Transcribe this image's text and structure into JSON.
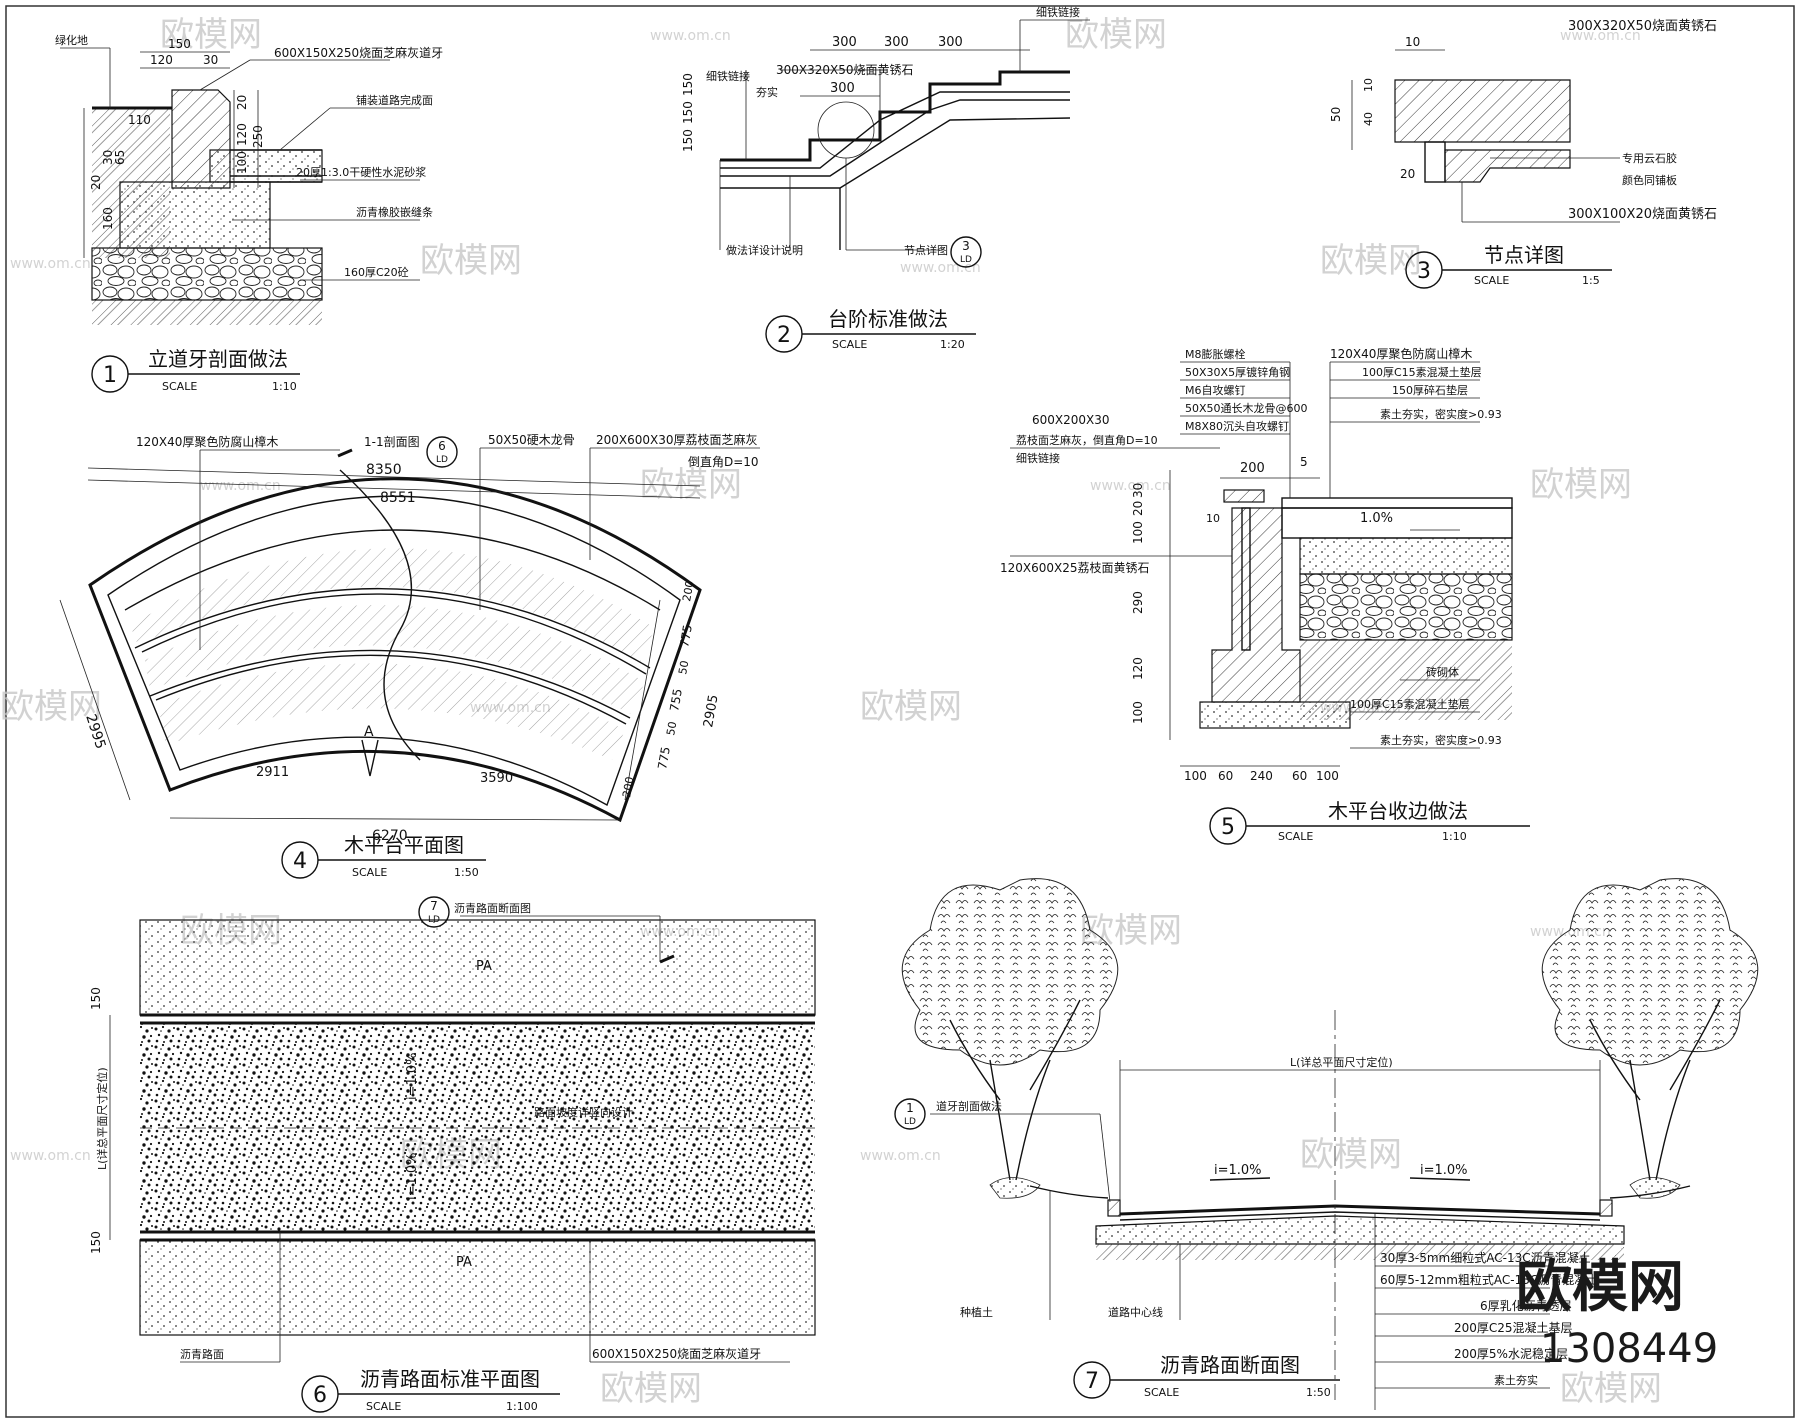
{
  "titles": {
    "d1": {
      "num": "1",
      "name": "立道牙剖面做法",
      "scale_label": "SCALE",
      "scale": "1:10"
    },
    "d2": {
      "num": "2",
      "name": "台阶标准做法",
      "scale_label": "SCALE",
      "scale": "1:20"
    },
    "d3": {
      "num": "3",
      "name": "节点详图",
      "scale_label": "SCALE",
      "scale": "1:5"
    },
    "d4": {
      "num": "4",
      "name": "木平台平面图",
      "scale_label": "SCALE",
      "scale": "1:50"
    },
    "d5": {
      "num": "5",
      "name": "木平台收边做法",
      "scale_label": "SCALE",
      "scale": "1:10"
    },
    "d6": {
      "num": "6",
      "name": "沥青路面标准平面图",
      "scale_label": "SCALE",
      "scale": "1:100"
    },
    "d7": {
      "num": "7",
      "name": "沥青路面断面图",
      "scale_label": "SCALE",
      "scale": "1:50"
    }
  },
  "d1": {
    "labels": [
      "绿化地",
      "600X150X250烧面芝麻灰道牙",
      "铺装道路完成面",
      "20厚1:3.0干硬性水泥砂浆",
      "沥青橡胶嵌缝条",
      "160厚C20砼"
    ],
    "dims": [
      "150",
      "120",
      "30",
      "110",
      "20",
      "30",
      "65",
      "160",
      "20",
      "120",
      "100",
      "250"
    ]
  },
  "d2": {
    "labels": [
      "细铁链接",
      "300X320X50烧面黄锈石",
      "夯实",
      "细铁链接",
      "做法详设计说明",
      "节点详图"
    ],
    "dims": [
      "300",
      "300",
      "300",
      "300",
      "150",
      "150",
      "150"
    ],
    "ref": {
      "num": "3",
      "sheet": "LD"
    }
  },
  "d3": {
    "labels": [
      "300X320X50烧面黄锈石",
      "专用云石胶",
      "颜色同铺板",
      "300X100X20烧面黄锈石"
    ],
    "dims": [
      "10",
      "50",
      "10",
      "40",
      "20"
    ]
  },
  "d4": {
    "labels": [
      "120X40厚聚色防腐山樟木",
      "1-1剖面图",
      "50X50硬木龙骨",
      "200X600X30厚荔枝面芝麻灰",
      "倒直角D=10"
    ],
    "dims": [
      "8350",
      "8551",
      "2995",
      "2905",
      "6270",
      "2911",
      "3590",
      "200",
      "775",
      "755",
      "775",
      "50",
      "50",
      "200"
    ],
    "ref": {
      "num": "6",
      "sheet": "LD"
    },
    "section_mark": "A"
  },
  "d5": {
    "labels": [
      "M8膨胀螺栓",
      "50X30X5厚镀锌角钢",
      "M6自攻螺钉",
      "50X50通长木龙骨@600",
      "M8X80沉头自攻螺钉",
      "120X40厚聚色防腐山樟木",
      "100厚C15素混凝土垫层",
      "150厚碎石垫层",
      "素土夯实，密实度>0.93",
      "600X200X30",
      "荔枝面芝麻灰，倒直角D=10",
      "细铁链接",
      "120X600X25荔枝面黄锈石",
      "砖砌体",
      "100厚C15素混凝土垫层",
      "素土夯实，密实度>0.93"
    ],
    "dims": [
      "200",
      "5",
      "30",
      "20",
      "100",
      "10",
      "290",
      "120",
      "100",
      "100",
      "60",
      "240",
      "60",
      "100"
    ],
    "slope": "1.0%"
  },
  "d6": {
    "labels": [
      "沥青路面断面图",
      "PA",
      "PA",
      "沥青路面",
      "600X150X250烧面芝麻灰道牙",
      "路面坡度详竖向设计",
      "L(详总平面尺寸定位)"
    ],
    "slopes": [
      "i=1.0%",
      "i=1.0%"
    ],
    "dims": [
      "150",
      "150"
    ],
    "ref": {
      "num": "7",
      "sheet": "LD"
    }
  },
  "d7": {
    "labels": [
      "L(详总平面尺寸定位)",
      "道牙剖面做法",
      "种植土",
      "道路中心线"
    ],
    "slopes": [
      "i=1.0%",
      "i=1.0%"
    ],
    "ref": {
      "num": "1",
      "sheet": "LD"
    },
    "layers": [
      "30厚3-5mm细粒式AC-13C沥青混凝土",
      "60厚5-12mm粗粒式AC-13C沥青混凝土",
      "6厚乳化沥青透层",
      "200厚C25混凝土基层",
      "200厚5%水泥稳定层",
      "素土夯实"
    ]
  },
  "watermark": {
    "logo": "欧模网",
    "url": "www.om.cn"
  },
  "brand": {
    "logo": "欧模网",
    "id": "1308449"
  }
}
